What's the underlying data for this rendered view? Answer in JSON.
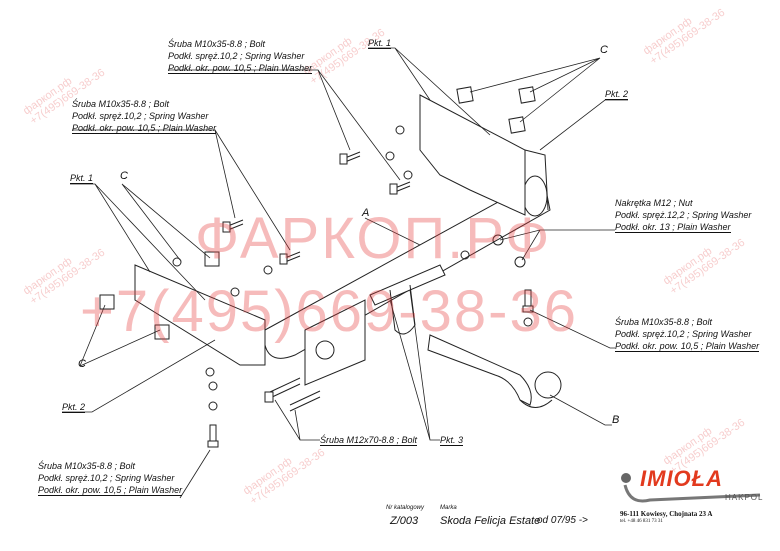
{
  "watermark": {
    "site": "ФАРКОП.РФ",
    "phone": "+7(495)669-38-36",
    "small_site": "фаркоп.рф",
    "small_phone": "+7(495)669-38-36"
  },
  "callouts": {
    "bolt_top": [
      "Śruba M10x35-8.8 ;  Bolt",
      "Podkł. spręż.10,2 ; Spring Washer",
      "Podkł. okr. pow. 10,5 ; Plain Washer"
    ],
    "bolt_left": [
      "Śruba M10x35-8.8 ;  Bolt",
      "Podkł. spręż.10,2 ; Spring Washer",
      "Podkł. okr. pow. 10,5 ; Plain Washer"
    ],
    "nut_right": [
      "Nakrętka  M12 ; Nut",
      "Podkł. spręż.12,2 ; Spring Washer",
      "Podkł. okr. 13 ; Plain Washer"
    ],
    "bolt_right": [
      "Śruba M10x35-8.8 ;  Bolt",
      "Podkł. spręż.10,2 ; Spring Washer",
      "Podkł. okr. pow. 10,5 ; Plain Washer"
    ],
    "bolt_bottom_left": [
      "Śruba M10x35-8.8 ;  Bolt",
      "Podkł. spręż.10,2 ; Spring Washer",
      "Podkł. okr. pow. 10,5 ; Plain Washer"
    ],
    "bolt_m12": "Śruba M12x70-8.8 ;  Bolt",
    "pkt1_top": "Pkt. 1",
    "pkt1_left": "Pkt. 1",
    "pkt2_top": "Pkt. 2",
    "pkt2_left": "Pkt. 2",
    "pkt3": "Pkt. 3",
    "c_top": "C",
    "c_left": "C",
    "c_bottom": "C",
    "a": "A",
    "b": "B"
  },
  "footer": {
    "catalog_label": "Nr katalogowy",
    "catalog_no": "Z/003",
    "make_label": "Marka",
    "make": "Skoda Felicja Estate",
    "from": "od 07/95 ->",
    "brand": "IMIOŁA",
    "brand_sub": "HAKPOL",
    "address": "96-111 Kowiesy, Chojnata 23 A",
    "tel": "tel. +48 46 831 73 31"
  }
}
